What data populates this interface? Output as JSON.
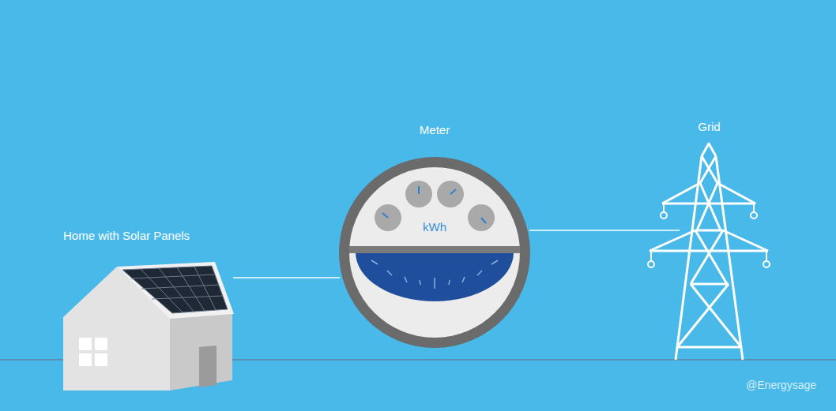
{
  "diagram": {
    "nodes": [
      {
        "text": [
          "Home with Solar Panels"
        ]
      },
      {
        "text": [
          "Meter",
          "kWh"
        ]
      },
      {
        "text": [
          "Grid"
        ]
      }
    ],
    "edges": [
      {
        "from": 0,
        "to": 1,
        "arrow": "none"
      },
      {
        "from": 1,
        "to": 2,
        "arrow": "none"
      }
    ],
    "labels": [
      "@Energysage"
    ]
  }
}
